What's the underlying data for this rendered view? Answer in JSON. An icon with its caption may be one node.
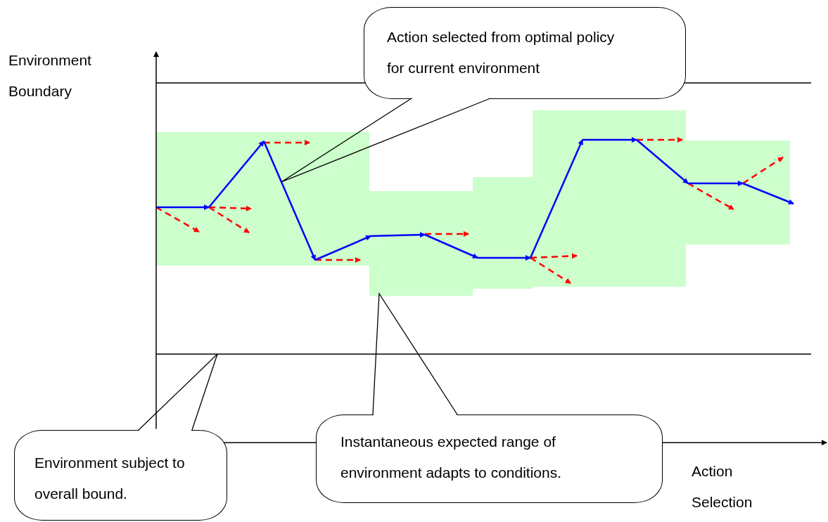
{
  "diagram": {
    "nodes": [
      {
        "text": [
          "Action selected from optimal policy for current environment"
        ]
      },
      {
        "text": [
          "Environment subject to overall bound."
        ]
      },
      {
        "text": [
          "Instantaneous expected range of environment adapts to conditions."
        ]
      }
    ],
    "labels": [
      "Environment Boundary",
      "Action Selection"
    ]
  }
}
